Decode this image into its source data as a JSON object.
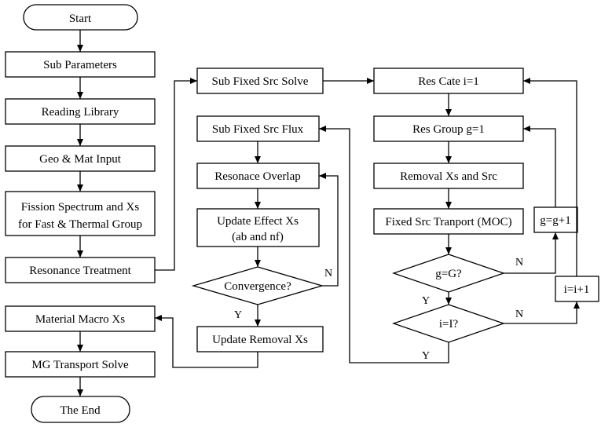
{
  "nodes": {
    "start": "Start",
    "sub_params": "Sub Parameters",
    "reading_lib": "Reading Library",
    "geo_mat": "Geo & Mat Input",
    "fission_1": "Fission Spectrum and Xs",
    "fission_2": "for Fast & Thermal Group",
    "resonance_treatment": "Resonance Treatment",
    "material_macro": "Material Macro Xs",
    "mg_transport": "MG Transport Solve",
    "the_end": "The End",
    "sub_fixed_solve": "Sub Fixed Src Solve",
    "sub_fixed_flux": "Sub Fixed Src Flux",
    "resonance_overlap": "Resonace Overlap",
    "update_effect_1": "Update Effect Xs",
    "update_effect_2": "(ab and nf)",
    "convergence": "Convergence?",
    "update_removal": "Update Removal Xs",
    "res_cate": "Res Cate i=1",
    "res_group": "Res Group g=1",
    "removal_xs": "Removal Xs and Src",
    "fixed_src_transport": "Fixed Src Tranport (MOC)",
    "g_eq_G": "g=G?",
    "i_eq_I": "i=I?",
    "g_inc": "g=g+1",
    "i_inc": "i=i+1"
  },
  "labels": {
    "conv_no": "N",
    "conv_yes": "Y",
    "g_no": "N",
    "g_yes": "Y",
    "i_no": "N",
    "i_yes": "Y"
  }
}
